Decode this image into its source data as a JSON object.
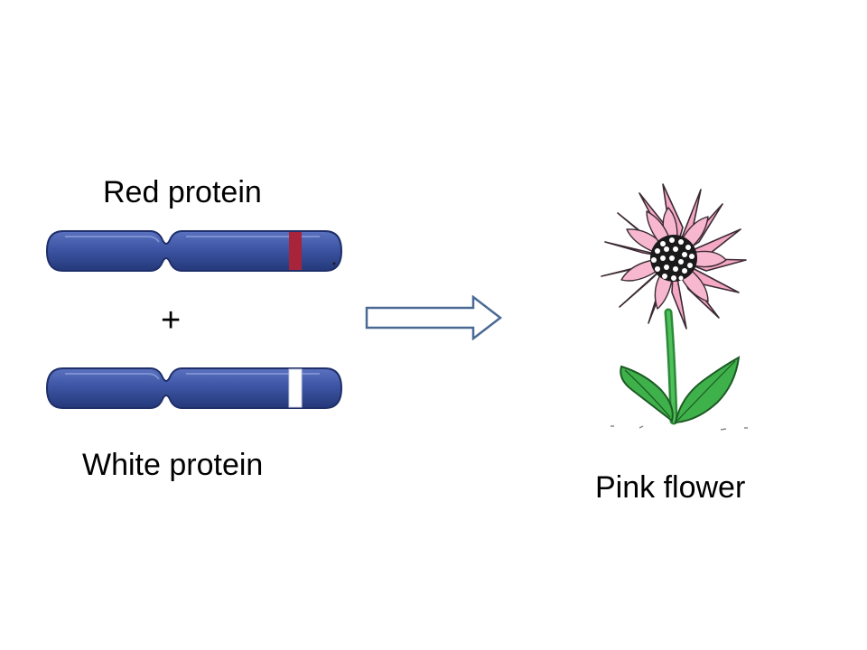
{
  "labels": {
    "red_protein": "Red protein",
    "plus": "+",
    "white_protein": "White protein",
    "pink_flower": "Pink flower"
  },
  "colors": {
    "chromosome_blue": "#3d55a4",
    "chromosome_outline": "#1f2f6a",
    "red_band": "#a8243a",
    "white_band": "#ffffff",
    "arrow_stroke": "#4a6a95",
    "petal_pink": "#f4a8c4",
    "leaf_green": "#3fb14a"
  },
  "icons": {
    "chromosome_top": "chromosome-red-allele",
    "chromosome_bottom": "chromosome-white-allele",
    "arrow": "right-arrow",
    "flower": "pink-flower"
  }
}
